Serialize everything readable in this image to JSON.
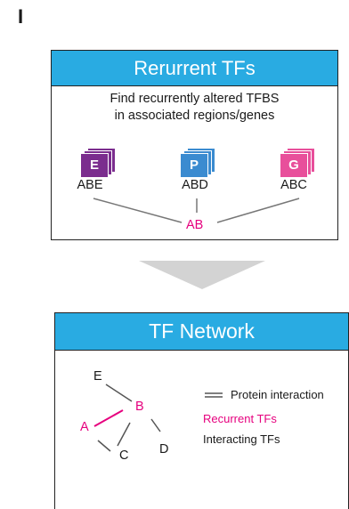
{
  "panel_label": "I",
  "colors": {
    "header": "#29abe2",
    "E": "#7b2d8e",
    "P": "#3b8bd0",
    "G": "#e84f9b",
    "recurrent": "#e6007e",
    "arrow": "#d3d3d3"
  },
  "recurrent_box": {
    "title": "Rerurrent TFs",
    "description_line1": "Find recurrently altered TFBS",
    "description_line2": "in associated regions/genes",
    "stacks": [
      {
        "letter": "E",
        "combo": "ABE"
      },
      {
        "letter": "P",
        "combo": "ABD"
      },
      {
        "letter": "G",
        "combo": "ABC"
      }
    ],
    "shared": "AB"
  },
  "network_box": {
    "title": "TF Network",
    "nodes": {
      "E": "E",
      "B": "B",
      "A": "A",
      "C": "C",
      "D": "D"
    },
    "legend": {
      "interaction": "Protein interaction",
      "recurrent": "Recurrent TFs",
      "interacting": "Interacting TFs"
    }
  }
}
